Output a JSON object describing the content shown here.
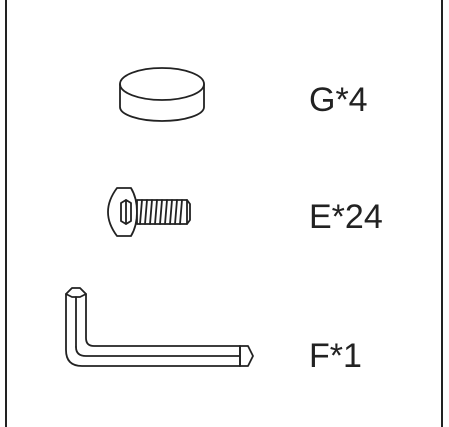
{
  "parts": [
    {
      "id": "G",
      "label": "G*4",
      "icon": "cap-icon"
    },
    {
      "id": "E",
      "label": "E*24",
      "icon": "screw-icon"
    },
    {
      "id": "F",
      "label": "F*1",
      "icon": "hex-key-icon"
    }
  ],
  "colors": {
    "line": "#222222",
    "background": "#ffffff"
  }
}
